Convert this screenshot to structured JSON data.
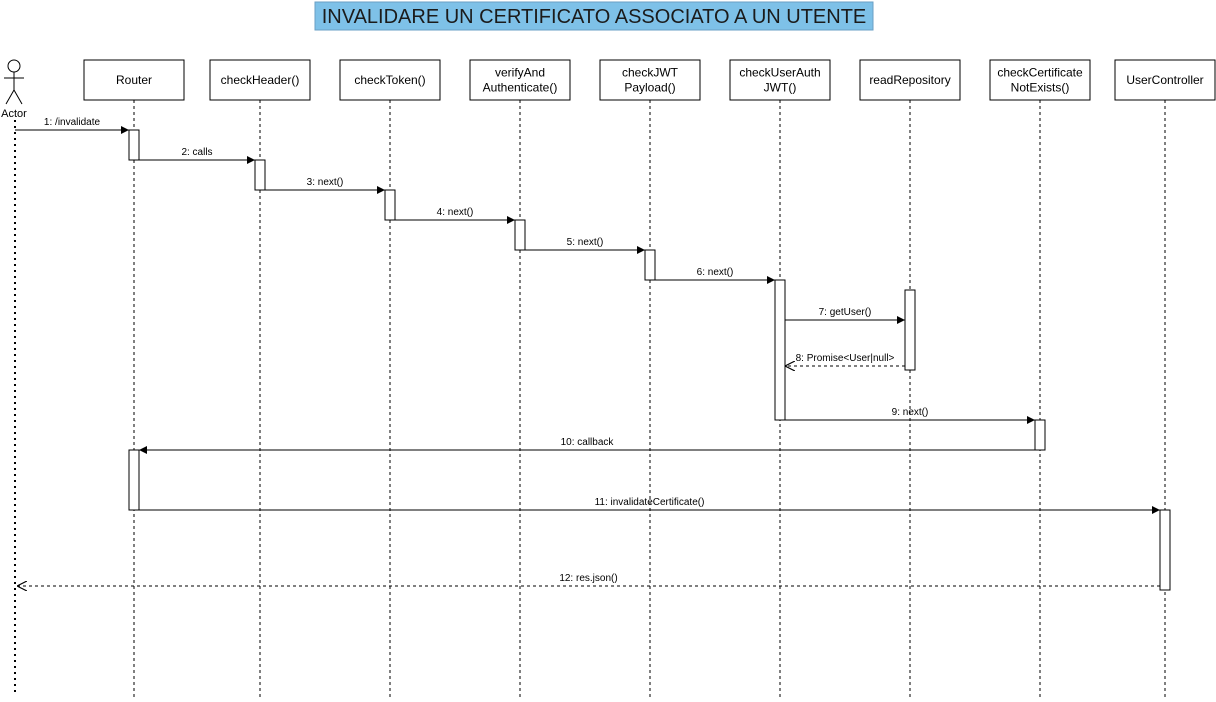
{
  "title": "INVALIDARE UN CERTIFICATO ASSOCIATO A UN UTENTE",
  "actor": {
    "label": "Actor"
  },
  "participants": [
    {
      "id": "router",
      "lines": [
        "Router"
      ]
    },
    {
      "id": "check-header",
      "lines": [
        "checkHeader()"
      ]
    },
    {
      "id": "check-token",
      "lines": [
        "checkToken()"
      ]
    },
    {
      "id": "verify-and-authenticate",
      "lines": [
        "verifyAnd",
        "Authenticate()"
      ]
    },
    {
      "id": "check-jwt-payload",
      "lines": [
        "checkJWT",
        "Payload()"
      ]
    },
    {
      "id": "check-user-auth-jwt",
      "lines": [
        "checkUserAuth",
        "JWT()"
      ]
    },
    {
      "id": "read-repository",
      "lines": [
        "readRepository"
      ]
    },
    {
      "id": "check-certificate-not-exists",
      "lines": [
        "checkCertificate",
        "NotExists()"
      ]
    },
    {
      "id": "user-controller",
      "lines": [
        "UserController"
      ]
    }
  ],
  "messages": [
    {
      "label": "1: /invalidate",
      "from": "actor",
      "to": "router",
      "style": "solid"
    },
    {
      "label": "2: calls",
      "from": "router",
      "to": "check-header",
      "style": "solid"
    },
    {
      "label": "3: next()",
      "from": "check-header",
      "to": "check-token",
      "style": "solid"
    },
    {
      "label": "4: next()",
      "from": "check-token",
      "to": "verify-and-authenticate",
      "style": "solid"
    },
    {
      "label": "5: next()",
      "from": "verify-and-authenticate",
      "to": "check-jwt-payload",
      "style": "solid"
    },
    {
      "label": "6: next()",
      "from": "check-jwt-payload",
      "to": "check-user-auth-jwt",
      "style": "solid"
    },
    {
      "label": "7: getUser()",
      "from": "check-user-auth-jwt",
      "to": "read-repository",
      "style": "solid"
    },
    {
      "label": "8: Promise<User|null>",
      "from": "read-repository",
      "to": "check-user-auth-jwt",
      "style": "dashed"
    },
    {
      "label": "9: next()",
      "from": "check-user-auth-jwt",
      "to": "check-certificate-not-exists",
      "style": "solid"
    },
    {
      "label": "10: callback",
      "from": "check-certificate-not-exists",
      "to": "router",
      "style": "solid"
    },
    {
      "label": "11: invalidateCertificate()",
      "from": "router",
      "to": "user-controller",
      "style": "solid"
    },
    {
      "label": "12: res.json()",
      "from": "user-controller",
      "to": "actor",
      "style": "dashed"
    }
  ]
}
